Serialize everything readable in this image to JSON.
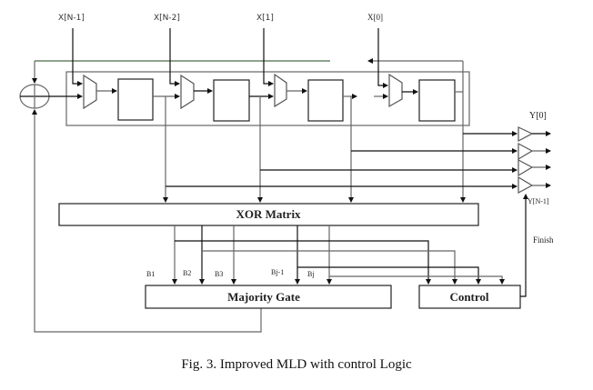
{
  "figure": {
    "caption": "Fig. 3. Improved MLD with control Logic"
  },
  "inputs": {
    "x_n_minus_1": "X[N-1]",
    "x_n_minus_2": "X[N-2]",
    "x_1": "X[1]",
    "x_0": "X[0]"
  },
  "outputs": {
    "y_0": "Y[0]",
    "y_n_minus_1": "Y[N-1]",
    "finish": "Finish"
  },
  "blocks": {
    "xor_matrix": "XOR Matrix",
    "majority_gate": "Majority Gate",
    "control": "Control"
  },
  "bit_labels": {
    "b1": "B1",
    "b2": "B2",
    "b3": "B3",
    "bj_minus_1": "Bj-1",
    "bj": "Bj"
  },
  "colors": {
    "line": "#111111",
    "gray_line": "#666666",
    "background": "#ffffff"
  }
}
